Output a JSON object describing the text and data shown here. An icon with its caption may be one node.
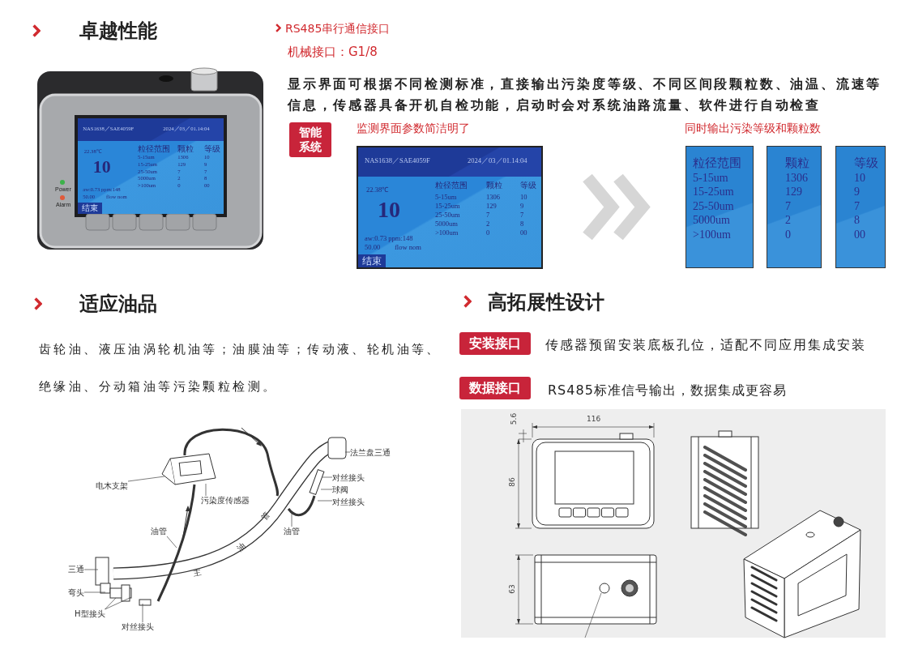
{
  "diagram": {
    "nodes": [
      {
        "text": [
          "NAS1638／SAE4059F",
          "2024／03／01.14:04",
          "22.38℃",
          "10",
          "粒径范围",
          "颗粒",
          "等级",
          "5-15um",
          "1306",
          "10",
          "15-25um",
          "129",
          "9",
          "25-50um",
          "7",
          "7",
          "5000um",
          "2",
          "8",
          ">100um",
          "0",
          "00",
          "aw:0.73 ppm:148",
          "50.00",
          "flow nom",
          "结束"
        ]
      },
      {
        "text": [
          "粒径范围",
          "5-15um",
          "15-25um",
          "25-50um",
          "5000um",
          ">100um"
        ]
      },
      {
        "text": [
          "颗粒",
          "1306",
          "129",
          "7",
          "2",
          "0"
        ]
      },
      {
        "text": [
          "等级",
          "10",
          "9",
          "7",
          "8",
          "00"
        ]
      },
      {
        "text": [
          "电木支架"
        ]
      },
      {
        "text": [
          "污染度传感器"
        ]
      },
      {
        "text": [
          "法兰盘三通"
        ]
      },
      {
        "text": [
          "对丝接头"
        ]
      },
      {
        "text": [
          "球阀"
        ]
      },
      {
        "text": [
          "对丝接头"
        ]
      },
      {
        "text": [
          "油管"
        ]
      },
      {
        "text": [
          "油管"
        ]
      },
      {
        "text": [
          "三通"
        ]
      },
      {
        "text": [
          "弯头"
        ]
      },
      {
        "text": [
          "H型接头"
        ]
      },
      {
        "text": [
          "对丝接头"
        ]
      }
    ],
    "edges": [
      {
        "from": 0,
        "to": 1,
        "arrow": "to",
        "style": "thick",
        "color": "#d6d6d6"
      },
      {
        "from": 4,
        "to": null,
        "arrow": "none"
      },
      {
        "from": 5,
        "to": null,
        "arrow": "none"
      },
      {
        "from": 6,
        "to": null,
        "arrow": "none"
      },
      {
        "from": 7,
        "to": null,
        "arrow": "none"
      },
      {
        "from": 8,
        "to": null,
        "arrow": "none"
      },
      {
        "from": 9,
        "to": null,
        "arrow": "none"
      },
      {
        "from": 10,
        "to": null,
        "arrow": "none"
      },
      {
        "from": 11,
        "to": null,
        "arrow": "none"
      },
      {
        "from": 12,
        "to": null,
        "arrow": "none"
      },
      {
        "from": 13,
        "to": null,
        "arrow": "none"
      },
      {
        "from": 14,
        "to": null,
        "arrow": "none"
      },
      {
        "from": 14,
        "to": null,
        "arrow": "none"
      },
      {
        "from": 15,
        "to": null,
        "arrow": "none"
      }
    ],
    "labels": [
      "卓越性能",
      "RS485串行通信接口",
      "机械接口：G1/8",
      "显示界面可根据不同检测标准，直接输出污染度等级、不同区间段颗粒数、油温、流速等信息，传感器具备开机自检功能，启动时会对系统油路流量、软件进行自动检查",
      "Power",
      "Alarm",
      "NAS1638／SAE4059F",
      "2024／03／01.14:04",
      "22.38℃",
      "10",
      "粒径范围",
      "颗粒",
      "等级",
      "5-15um",
      "1306",
      "10",
      "15-25um",
      "129",
      "9",
      "25-50um",
      "7",
      "7",
      "5000um",
      "2",
      "8",
      ">100um",
      "0",
      "00",
      "aw:0.73 ppm:148",
      "50.00",
      "flow nom",
      "结束",
      "智能系统",
      "监测界面参数简洁明了",
      "同时输出污染等级和颗粒数",
      "适应油品",
      "齿轮油、液压油涡轮机油等；油膜油等；传动液、轮机油等、绝缘油、分动箱油等污染颗粒检测。",
      "高拓展性设计",
      "安装接口",
      "传感器预留安装底板孔位，适配不同应用集成安装",
      "数据接口",
      "RS485标准信号输出，数据集成更容易",
      "主",
      "油",
      "管",
      "5.6",
      "116",
      "86",
      "63"
    ]
  }
}
